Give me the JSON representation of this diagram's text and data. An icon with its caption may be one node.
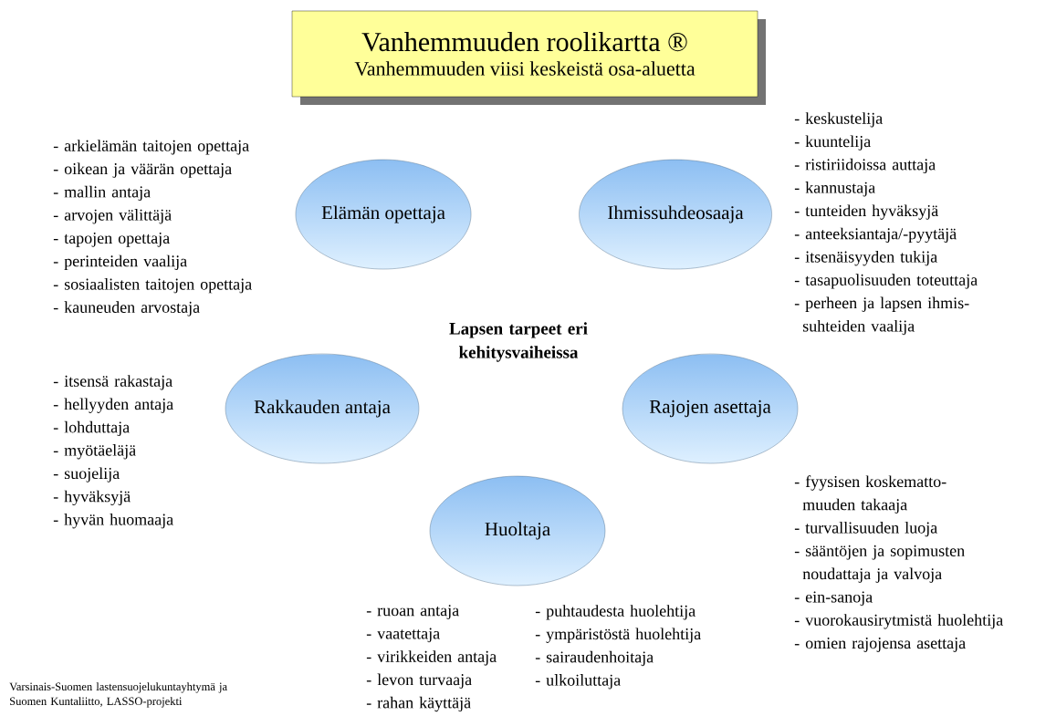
{
  "diagram": {
    "nodes": [
      {
        "text": [
          "Vanhemmuuden roolikartta ®",
          "Vanhemmuuden viisi keskeistä osa-aluetta"
        ]
      },
      {
        "text": [
          "Elämän opettaja"
        ],
        "beside": [
          "- arkielämän taitojen opettaja",
          "- oikean ja väärän opettaja",
          "- mallin antaja",
          "- arvojen välittäjä",
          "- tapojen opettaja",
          "- perinteiden vaalija",
          "- sosiaalisten taitojen opettaja",
          "- kauneuden arvostaja"
        ]
      },
      {
        "text": [
          "Ihmissuhdeosaaja"
        ],
        "beside": [
          "- keskustelija",
          "- kuuntelija",
          "- ristiriidoissa auttaja",
          "- kannustaja",
          "- tunteiden hyväksyjä",
          "- anteeksiantaja/-pyytäjä",
          "- itsenäisyyden tukija",
          "- tasapuolisuuden toteuttaja",
          "- perheen ja lapsen ihmis- suhteiden vaalija"
        ]
      },
      {
        "text": [
          "Rakkauden antaja"
        ],
        "beside": [
          "- itsensä rakastaja",
          "- hellyyden antaja",
          "- lohduttaja",
          "- myötäeläjä",
          "- suojelija",
          "- hyväksyjä",
          "- hyvän huomaaja"
        ]
      },
      {
        "text": [
          "Rajojen asettaja"
        ],
        "beside": [
          "- fyysisen koskematto- muuden takaaja",
          "- turvallisuuden luoja",
          "- sääntöjen ja sopimusten noudattaja ja valvoja",
          "- ein-sanoja",
          "- vuorokausirytmistä huolehtija",
          "- omien rajojensa asettaja"
        ]
      },
      {
        "text": [
          "Huoltaja"
        ],
        "beside": [
          "- ruoan antaja",
          "- vaatettaja",
          "- virikkeiden antaja",
          "- levon turvaaja",
          "- rahan käyttäjä",
          "- puhtaudesta huolehtija",
          "- ympäristöstä huolehtija",
          "- sairaudenhoitaja",
          "- ulkoiluttaja"
        ]
      }
    ],
    "labels": [
      "Lapsen tarpeet eri kehitysvaiheissa",
      "Varsinais-Suomen lastensuojelukuntayhtymä ja Suomen Kuntaliitto, LASSO-projekti"
    ]
  }
}
